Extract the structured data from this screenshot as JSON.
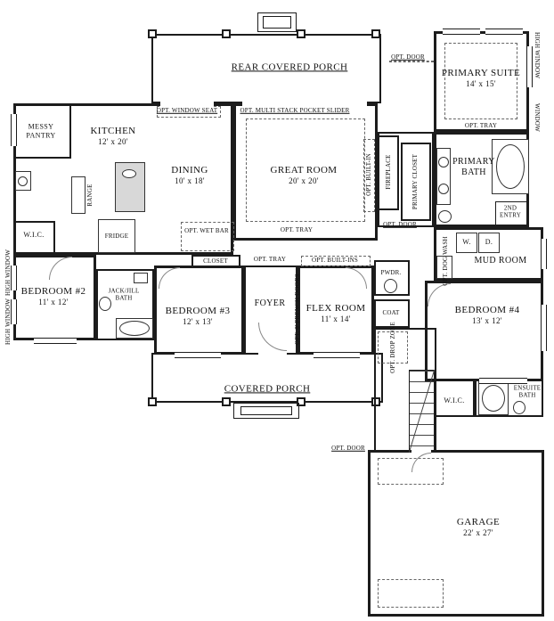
{
  "rooms": {
    "rear_porch": {
      "name": "REAR COVERED PORCH"
    },
    "covered_porch": {
      "name": "COVERED PORCH"
    },
    "primary_suite": {
      "name": "PRIMARY SUITE",
      "dims": "14' x 15'"
    },
    "primary_bath": {
      "name": "PRIMARY BATH"
    },
    "primary_closet": {
      "name": "PRIMARY CLOSET"
    },
    "second_entry": {
      "name": "2ND ENTRY"
    },
    "messy_pantry": {
      "name": "MESSY PANTRY"
    },
    "kitchen": {
      "name": "KITCHEN",
      "dims": "12' x 20'"
    },
    "dining": {
      "name": "DINING",
      "dims": "10' x 18'"
    },
    "great_room": {
      "name": "GREAT ROOM",
      "dims": "20' x 20'"
    },
    "fireplace": {
      "name": "FIREPLACE"
    },
    "mud_room": {
      "name": "MUD ROOM"
    },
    "wic_left": {
      "name": "W.I.C."
    },
    "bedroom_2": {
      "name": "BEDROOM #2",
      "dims": "11' x 12'"
    },
    "jack_jill_bath": {
      "name": "JACK/JILL BATH"
    },
    "bedroom_3": {
      "name": "BEDROOM #3",
      "dims": "12' x 13'"
    },
    "closet_3": {
      "name": "CLOSET"
    },
    "foyer": {
      "name": "FOYER"
    },
    "flex_room": {
      "name": "FLEX ROOM",
      "dims": "11' x 14'"
    },
    "powder": {
      "name": "PWDR."
    },
    "coat": {
      "name": "COAT"
    },
    "bedroom_4": {
      "name": "BEDROOM #4",
      "dims": "13' x 12'"
    },
    "wic_4": {
      "name": "W.I.C."
    },
    "ensuite_bath": {
      "name": "ENSUITE BATH"
    },
    "garage": {
      "name": "GARAGE",
      "dims": "22' x 27'"
    }
  },
  "annotations": {
    "opt_door": "OPT. DOOR",
    "opt_tray": "OPT. TRAY",
    "opt_window_seat": "OPT. WINDOW SEAT",
    "opt_slider": "OPT. MULTI STACK POCKET SLIDER",
    "opt_wet_bar": "OPT. WET BAR",
    "opt_built_in": "OPT. BUILT-IN",
    "opt_built_ins": "OPT. BUILT-INS",
    "opt_dog_wash": "OPT. DOG WASH",
    "opt_french_doors": "OPT. 8' FRENCH DOORS",
    "opt_drop_zone": "OPT. DROP ZONE",
    "high_window": "HIGH WINDOW",
    "window": "WINDOW",
    "range": "RANGE",
    "fridge": "FRIDGE",
    "washer": "W.",
    "dryer": "D."
  },
  "colors": {
    "wall": "#1c1c1c",
    "dashed": "#666666",
    "fixture_fill": "#d8d8d8",
    "background": "#ffffff"
  }
}
